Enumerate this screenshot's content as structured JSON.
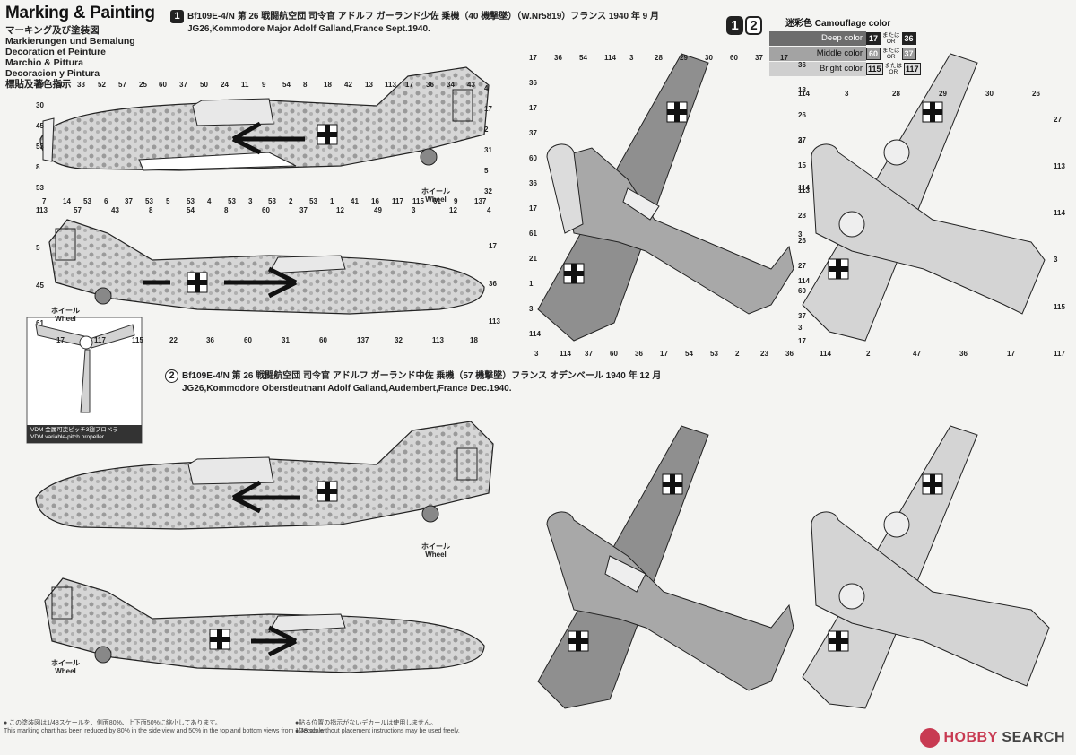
{
  "title": {
    "main": "Marking & Painting",
    "lines": [
      "マーキング及び塗装図",
      "Markierungen und Bemalung",
      "Decoration et Peinture",
      "Marchio & Pittura",
      "Decoracion y Pintura",
      "標貼及著色指示"
    ]
  },
  "schemes": [
    {
      "number": "1",
      "line1": "Bf109E-4/N 第 26 戦闘航空団 司令官 アドルフ ガーランド少佐 乗機（40 機撃墜）（W.Nr5819）フランス 1940 年 9 月",
      "line2": "JG26,Kommodore Major Adolf Galland,France Sept.1940."
    },
    {
      "number": "2",
      "line1": "Bf109E-4/N 第 26 戦闘航空団 司令官 アドルフ ガーランド中佐 乗機（57 機撃墜）フランス オデンベール 1940 年 12 月",
      "line2": "JG26,Kommodore Oberstleutnant Adolf Galland,Audembert,France Dec.1940."
    }
  ],
  "badge_label": [
    "1",
    "2"
  ],
  "legend": {
    "title": "迷彩色 Camouflage color",
    "rows": [
      {
        "label": "Deep color",
        "a": "17",
        "b": "36",
        "color": "#6d6d6d"
      },
      {
        "label": "Middle color",
        "a": "60",
        "b": "37",
        "color": "#a3a3a3"
      },
      {
        "label": "Bright color",
        "a": "115",
        "b": "117",
        "color": "#cfcfcf"
      }
    ],
    "or_jp": "または",
    "or_en": "OR"
  },
  "wheel": {
    "jp": "ホイール",
    "en": "Wheel"
  },
  "prop_caption": {
    "line1": "VDM 金属可変ピッチ3翅プロペラ",
    "line2": "VDM variable-pitch propeller"
  },
  "callouts": {
    "side1": [
      "49",
      "40",
      "33",
      "52",
      "57",
      "25",
      "60",
      "37",
      "50",
      "24",
      "11",
      "9",
      "54",
      "8",
      "18",
      "42",
      "13",
      "113",
      "17",
      "36",
      "34",
      "43",
      "4",
      "17",
      "2",
      "31",
      "5",
      "32",
      "137",
      "9",
      "61",
      "115",
      "117",
      "16",
      "41",
      "1",
      "53",
      "2",
      "53",
      "3",
      "53",
      "4",
      "53",
      "5",
      "53",
      "37",
      "6",
      "53",
      "14",
      "7",
      "53",
      "8",
      "53",
      "45",
      "30"
    ],
    "side1b": [
      "113",
      "57",
      "43",
      "8",
      "54",
      "8",
      "60",
      "37",
      "12",
      "49",
      "3",
      "12",
      "4",
      "17",
      "36",
      "113",
      "18",
      "113",
      "32",
      "137",
      "60",
      "31",
      "60",
      "36",
      "22",
      "115",
      "117",
      "17",
      "61",
      "45",
      "5"
    ],
    "top": [
      "17",
      "36",
      "54",
      "114",
      "3",
      "28",
      "29",
      "30",
      "60",
      "37",
      "17",
      "36",
      "18",
      "26",
      "27",
      "15",
      "113",
      "28",
      "26",
      "27",
      "60",
      "37",
      "17",
      "36",
      "23",
      "2",
      "53",
      "54",
      "17",
      "36",
      "60",
      "37",
      "114",
      "3",
      "114",
      "3",
      "1",
      "21",
      "61",
      "17",
      "36",
      "60",
      "37",
      "17",
      "36"
    ],
    "bottom": [
      "114",
      "3",
      "28",
      "29",
      "30",
      "26",
      "27",
      "113",
      "114",
      "3",
      "115",
      "117",
      "17",
      "36",
      "47",
      "2",
      "114",
      "3",
      "114",
      "3",
      "114",
      "3"
    ]
  },
  "footnotes": {
    "left": [
      "● この塗装図は1/48スケールを、側面80%、上下面50%に縮小してあります。",
      "This marking chart has been reduced by 80% in the side view and 50% in the top and bottom views from 1/48 scale."
    ],
    "mid": [
      "●貼る位置の指示がないデカールは使用しません。",
      "●Decals without placement instructions may be used freely."
    ]
  },
  "watermark": {
    "brand": "HOBBY",
    "rest": " SEARCH"
  }
}
